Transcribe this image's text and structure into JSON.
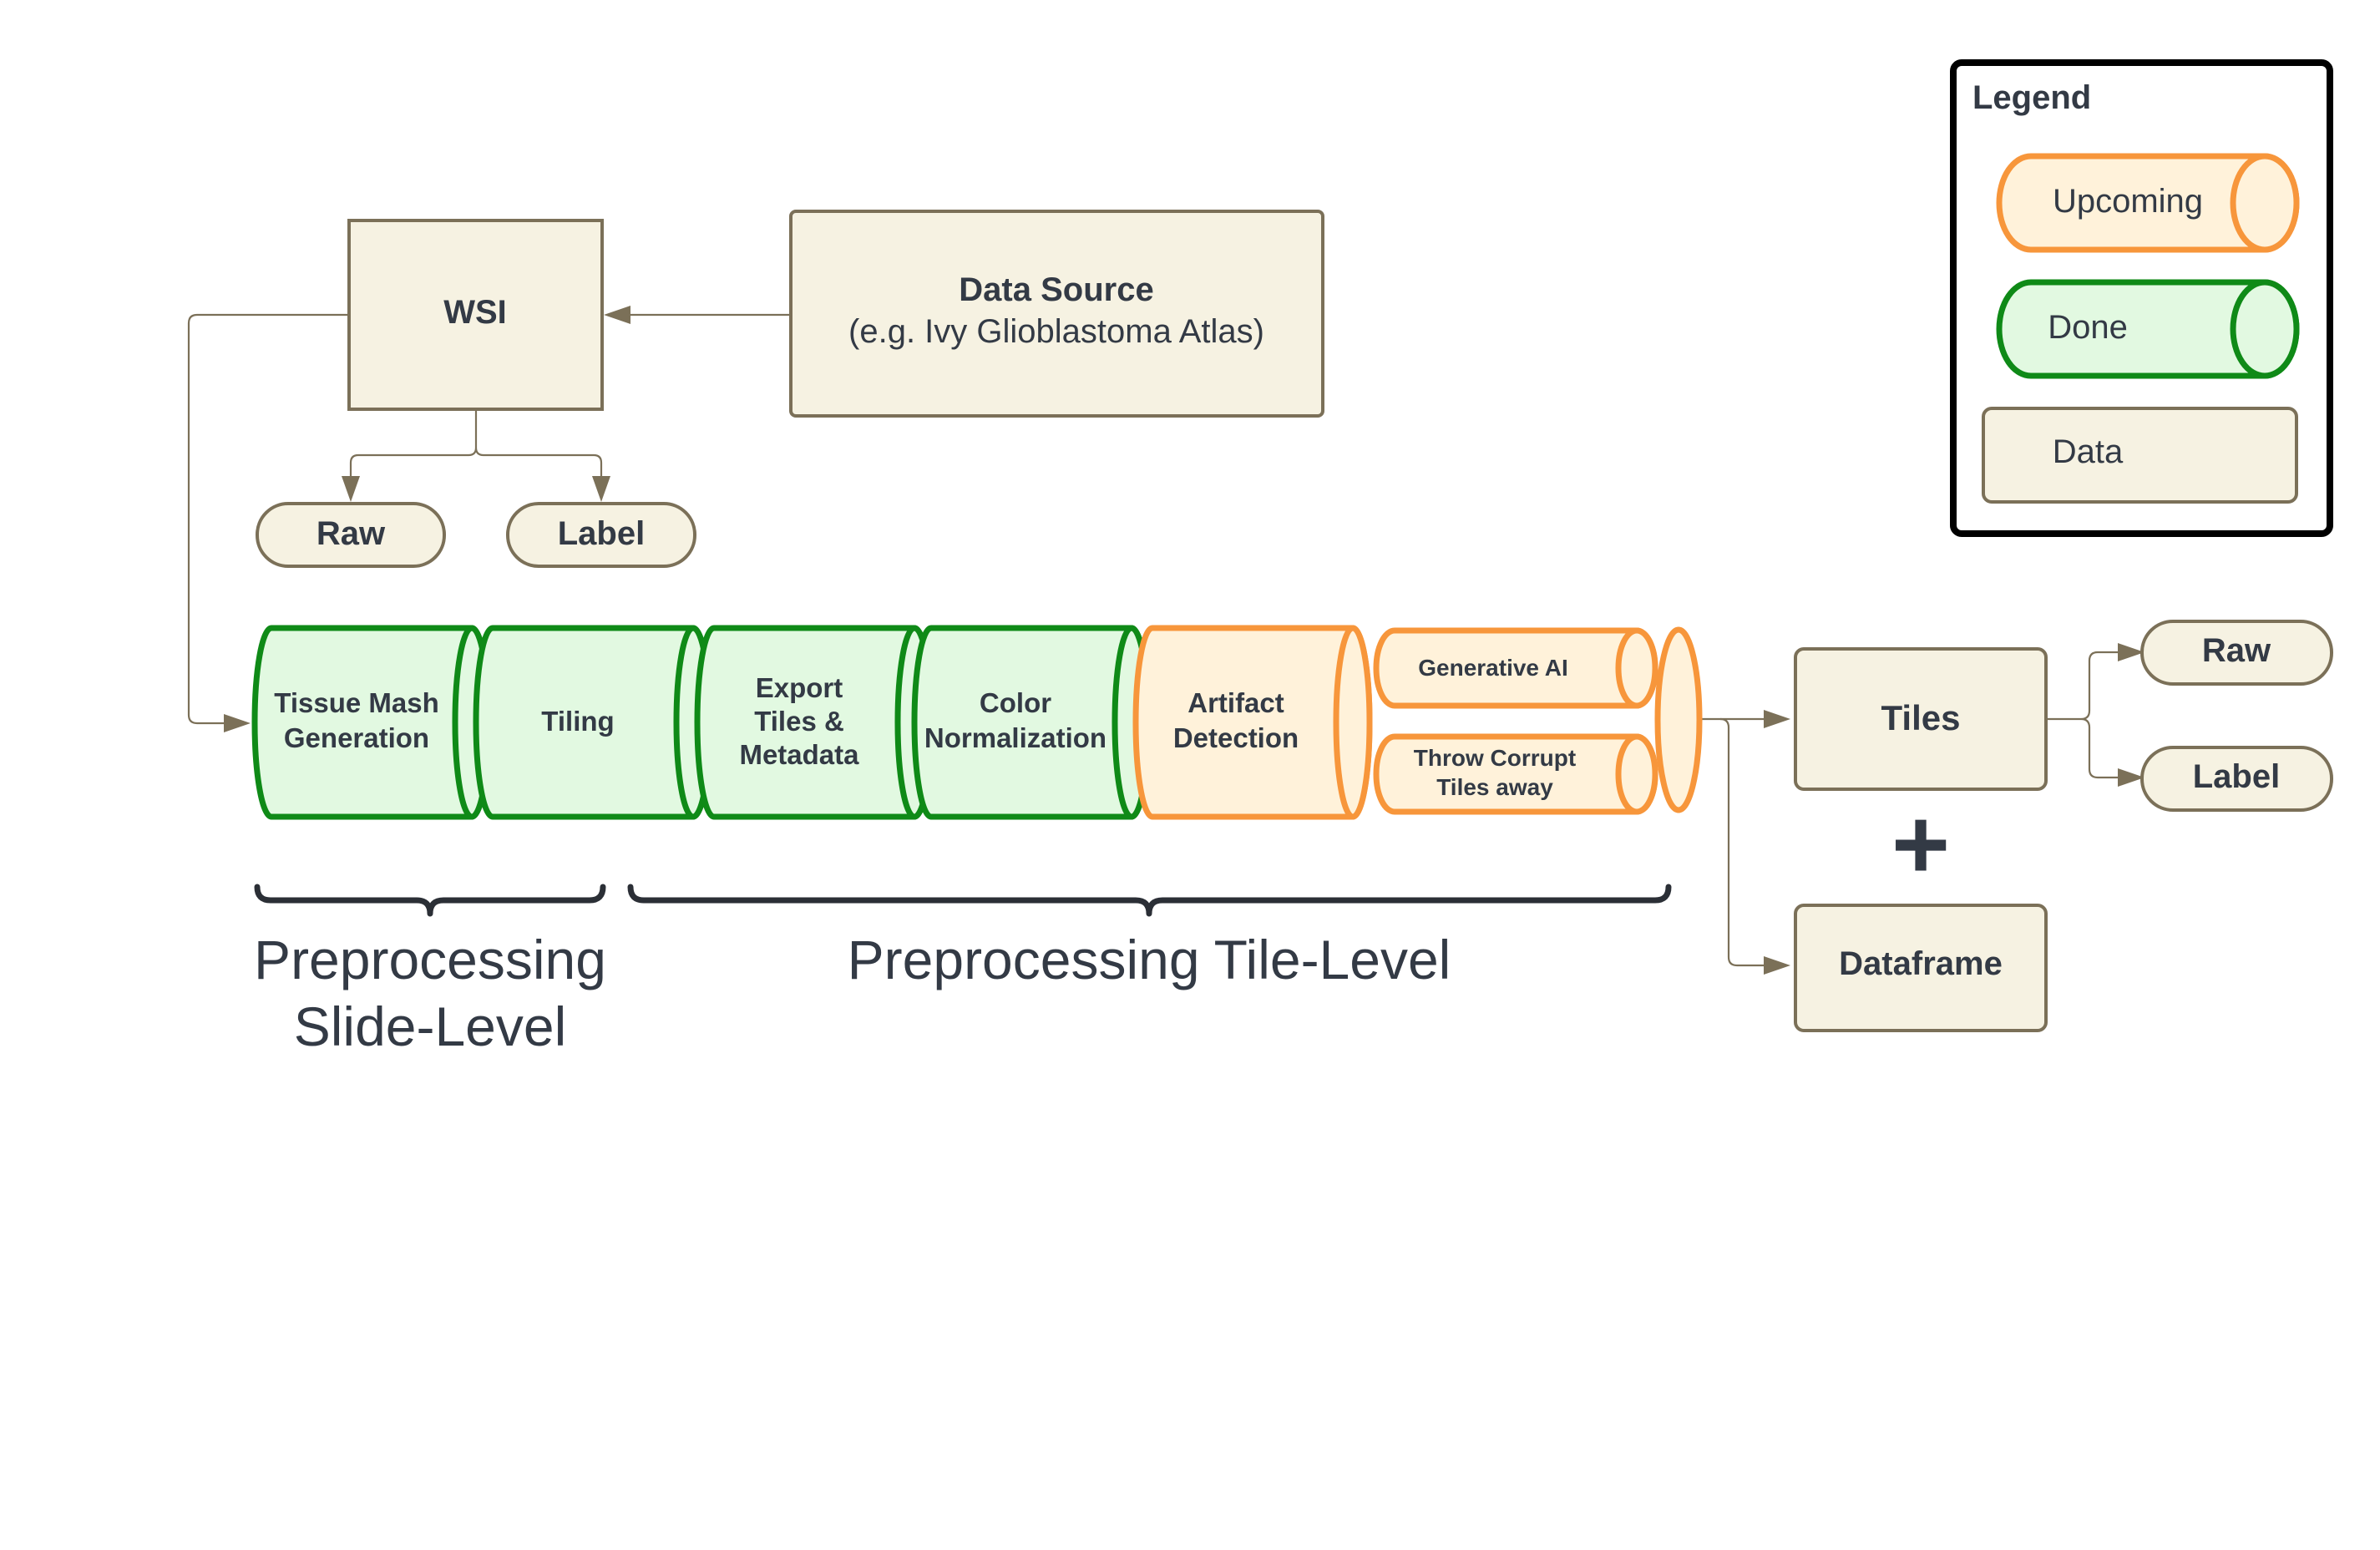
{
  "legend": {
    "title": "Legend",
    "items": {
      "upcoming": "Upcoming",
      "done": "Done",
      "data": "Data"
    }
  },
  "nodes": {
    "wsi": "WSI",
    "data_source_title": "Data Source",
    "data_source_subtitle": "(e.g. Ivy Glioblastoma Atlas)",
    "wsi_raw": "Raw",
    "wsi_label": "Label",
    "tiles": "Tiles",
    "dataframe": "Dataframe",
    "tiles_raw": "Raw",
    "tiles_label": "Label",
    "plus": "+"
  },
  "pipeline": {
    "tissue_mask": [
      "Tissue Mash",
      "Generation"
    ],
    "tiling": [
      "Tiling"
    ],
    "export": [
      "Export",
      "Tiles &",
      "Metadata"
    ],
    "color_norm": [
      "Color",
      "Normalization"
    ],
    "artifact": [
      "Artifact",
      "Detection"
    ],
    "generative_ai": [
      "Generative AI"
    ],
    "throw_corrupt": [
      "Throw Corrupt",
      "Tiles away"
    ]
  },
  "groups": {
    "slide_level": [
      "Preprocessing",
      "Slide-Level"
    ],
    "tile_level": [
      "Preprocessing Tile-Level"
    ]
  },
  "colors": {
    "done_stroke": "#0f8a17",
    "done_fill": "#e2f9e1",
    "upcoming_stroke": "#f7963b",
    "upcoming_fill": "#fff2da",
    "data_stroke": "#7b7058",
    "data_fill": "#f6f2e2"
  }
}
